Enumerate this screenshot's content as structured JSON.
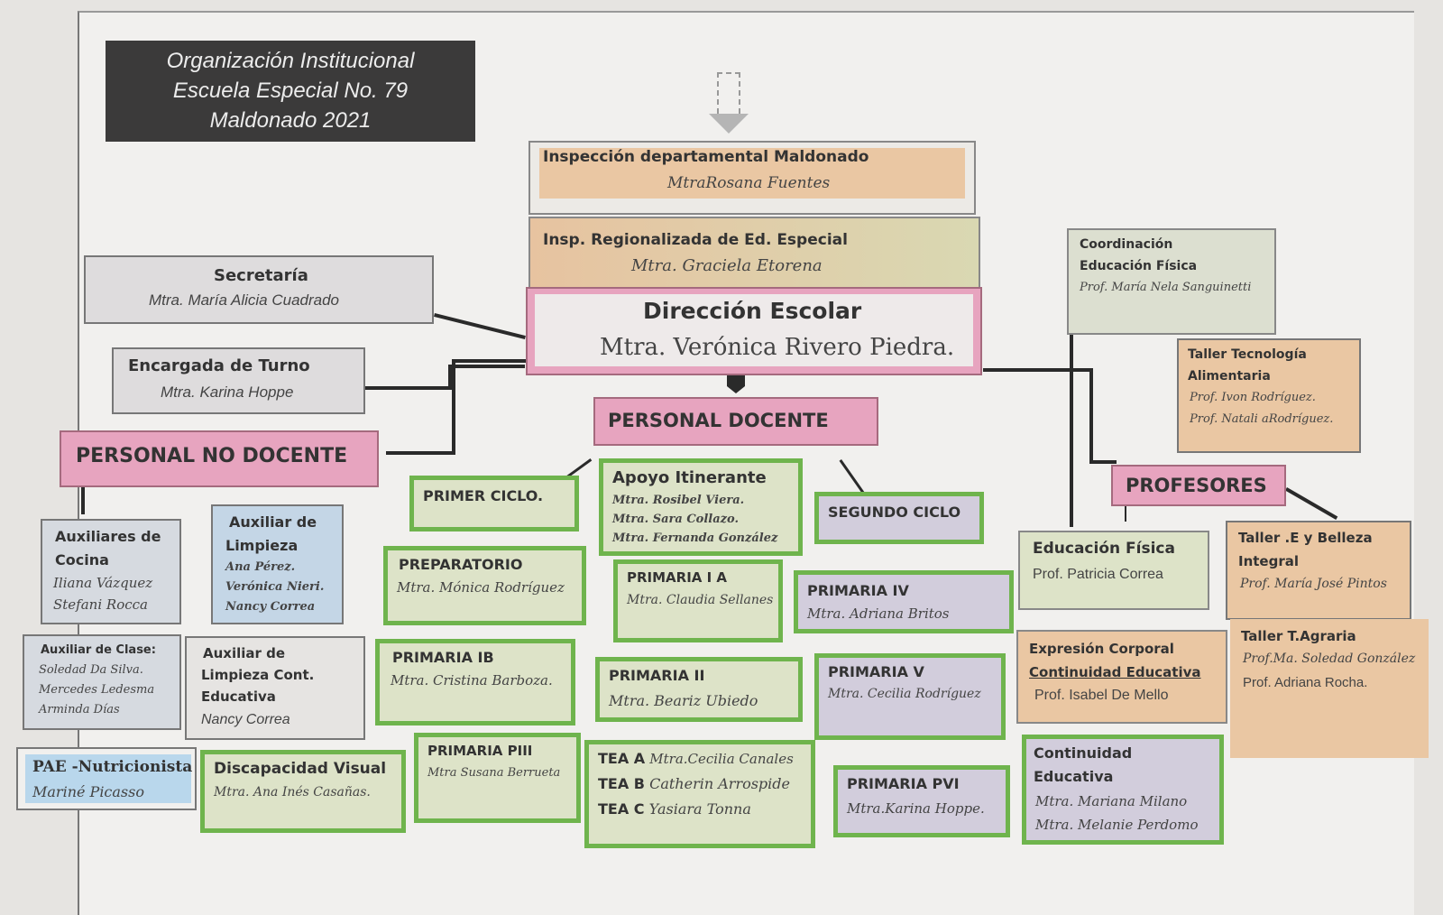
{
  "title": {
    "line1": "Organización Institucional",
    "line2": "Escuela Especial No. 79",
    "line3": "Maldonado 2021"
  },
  "inspeccion": {
    "label": "Inspección departamental Maldonado",
    "name": "MtraRosana Fuentes"
  },
  "regional": {
    "label": "Insp. Regionalizada de Ed. Especial",
    "name": "Mtra. Graciela Etorena"
  },
  "direccion": {
    "label": "Dirección Escolar",
    "name": "Mtra. Verónica  Rivero Piedra."
  },
  "secretaria": {
    "label": "Secretaría",
    "name": "Mtra. María Alicia Cuadrado"
  },
  "encargada": {
    "label": "Encargada de Turno",
    "name": "Mtra. Karina Hoppe"
  },
  "personal_no_docente": "PERSONAL NO DOCENTE",
  "personal_docente": "PERSONAL DOCENTE",
  "profesores": "PROFESORES",
  "coordinacion": {
    "l1": "Coordinación",
    "l2": "Educación Física",
    "name": "Prof. María Nela Sanguinetti"
  },
  "taller_tec": {
    "l1": "Taller Tecnología",
    "l2": "Alimentaria",
    "n1": "Prof. Ivon Rodríguez.",
    "n2": "Prof. Natali aRodríguez."
  },
  "aux_cocina": {
    "l1": "Auxiliares de",
    "l2": "Cocina",
    "n1": "Iliana Vázquez",
    "n2": "Stefani Rocca"
  },
  "aux_limpieza": {
    "l1": "Auxiliar de",
    "l2": "Limpieza",
    "n1": "Ana Pérez.",
    "n2": "Verónica Nieri.",
    "n3": "Nancy Correa"
  },
  "aux_clase": {
    "l1": "Auxiliar de Clase:",
    "n1": "Soledad Da Silva.",
    "n2": "Mercedes Ledesma",
    "n3": "Arminda Días"
  },
  "aux_limp_cont": {
    "l1": "Auxiliar de",
    "l2": "Limpieza Cont.",
    "l3": "Educativa",
    "n1": "Nancy Correa"
  },
  "pae": {
    "label": "PAE -Nutricionista",
    "name": "Mariné Picasso"
  },
  "disc_visual": {
    "label": "Discapacidad Visual",
    "name": "Mtra. Ana Inés Casañas."
  },
  "primer_ciclo": "PRIMER CICLO.",
  "apoyo": {
    "label": "Apoyo Itinerante",
    "n1": "Mtra. Rosibel Viera.",
    "n2": "Mtra. Sara Collazo.",
    "n3": "Mtra. Fernanda González"
  },
  "segundo_ciclo": "SEGUNDO CICLO",
  "preparatorio": {
    "label": "PREPARATORIO",
    "name": "Mtra. Mónica Rodríguez"
  },
  "primaria_ia": {
    "label": "PRIMARIA I A",
    "name": "Mtra. Claudia Sellanes"
  },
  "primaria_iv": {
    "label": "PRIMARIA IV",
    "name": "Mtra. Adriana Britos"
  },
  "primaria_ib": {
    "label": "PRIMARIA IB",
    "name": "Mtra. Cristina Barboza."
  },
  "primaria_ii": {
    "label": "PRIMARIA II",
    "name": "Mtra. Beariz Ubiedo"
  },
  "primaria_v": {
    "label": "PRIMARIA V",
    "name": "Mtra. Cecilia Rodríguez"
  },
  "primaria_piii": {
    "label": "PRIMARIA PIII",
    "name": "Mtra Susana Berrueta"
  },
  "tea": {
    "a_label": "TEA A",
    "a_name": "Mtra.Cecilia Canales",
    "b_label": "TEA B",
    "b_name": "Catherin Arrospide",
    "c_label": "TEA C",
    "c_name": "Yasiara Tonna"
  },
  "primaria_pvi": {
    "label": "PRIMARIA PVI",
    "name": "Mtra.Karina Hoppe."
  },
  "educacion_fisica": {
    "label": "Educación Física",
    "name": "Prof. Patricia Correa"
  },
  "expresion": {
    "l1": "Expresión Corporal",
    "l2": "Continuidad  Educativa",
    "name": "Prof. Isabel De Mello"
  },
  "continuidad": {
    "l1": "Continuidad",
    "l2": "Educativa",
    "n1": "Mtra. Mariana Milano",
    "n2": "Mtra. Melanie Perdomo"
  },
  "taller_belleza": {
    "l1": "Taller .E y Belleza",
    "l2": "Integral",
    "name": "Prof. María José Pintos"
  },
  "taller_agraria": {
    "label": "Taller T.Agraria",
    "n1": "Prof.Ma. Soledad González",
    "n2": "Prof. Adriana Rocha."
  },
  "colors": {
    "green": "#6fb44d",
    "pink": "#e7a4bf",
    "peach": "#eac7a3",
    "lavender": "#d2cddc",
    "title_bg": "#3b3a3a"
  }
}
